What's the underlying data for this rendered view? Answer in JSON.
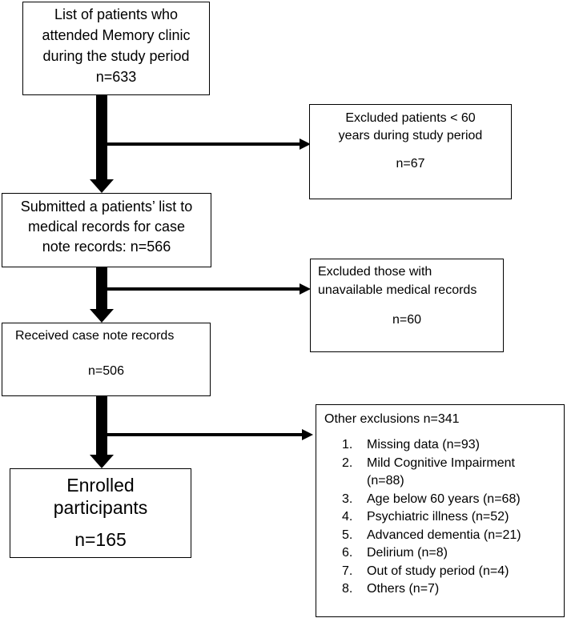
{
  "boxes": {
    "box1": {
      "lines": [
        "List of patients who",
        "attended Memory clinic",
        "during the study period",
        "n=633"
      ]
    },
    "box2": {
      "lines": [
        "Submitted a patients’ list to",
        "medical records for case",
        "note records: n=566"
      ]
    },
    "box3": {
      "line1": "Received case note records",
      "count": "n=506"
    },
    "box4": {
      "line1": "Enrolled",
      "line2": "participants",
      "count": "n=165"
    }
  },
  "exclusions": {
    "ex1": {
      "lines": [
        "Excluded patients < 60",
        "years during study period"
      ],
      "count": "n=67"
    },
    "ex2": {
      "lines": [
        "Excluded those with",
        "unavailable medical records"
      ],
      "count": "n=60"
    },
    "ex3": {
      "title": "Other exclusions n=341",
      "items": [
        {
          "num": "1.",
          "text": "Missing data (n=93)"
        },
        {
          "num": "2.",
          "text": "Mild Cognitive Impairment"
        },
        {
          "num": "",
          "text": "(n=88)"
        },
        {
          "num": "3.",
          "text": "Age below 60 years (n=68)"
        },
        {
          "num": "4.",
          "text": "Psychiatric illness (n=52)"
        },
        {
          "num": "5.",
          "text": "Advanced dementia (n=21)"
        },
        {
          "num": "6.",
          "text": "Delirium (n=8)"
        },
        {
          "num": "7.",
          "text": "Out of study period (n=4)"
        },
        {
          "num": "8.",
          "text": "Others (n=7)"
        }
      ]
    }
  }
}
